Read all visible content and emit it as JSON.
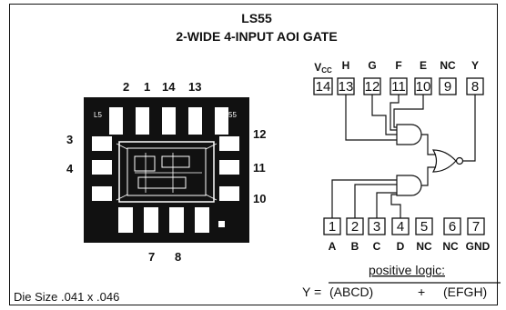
{
  "title": "LS55",
  "subtitle": "2-WIDE 4-INPUT AOI GATE",
  "die_size": "Die Size .041 x .046",
  "die": {
    "top_pin_labels": [
      "2",
      "1",
      "14",
      "13"
    ],
    "left_pin_labels": [
      "3",
      "4"
    ],
    "right_pin_labels": [
      "12",
      "11",
      "10"
    ],
    "bottom_pin_labels": [
      "7",
      "8"
    ],
    "marking_left": "L5",
    "marking_right": "55"
  },
  "top_pins": [
    {
      "name": "VCC",
      "name_main": "V",
      "name_sub": "CC",
      "num": "14"
    },
    {
      "name": "H",
      "num": "13"
    },
    {
      "name": "G",
      "num": "12"
    },
    {
      "name": "F",
      "num": "11"
    },
    {
      "name": "E",
      "num": "10"
    },
    {
      "name": "NC",
      "num": "9"
    },
    {
      "name": "Y",
      "num": "8"
    }
  ],
  "bottom_pins": [
    {
      "name": "A",
      "num": "1"
    },
    {
      "name": "B",
      "num": "2"
    },
    {
      "name": "C",
      "num": "3"
    },
    {
      "name": "D",
      "num": "4"
    },
    {
      "name": "NC",
      "num": "5"
    },
    {
      "name": "NC",
      "num": "6"
    },
    {
      "name": "GND",
      "num": "7"
    }
  ],
  "logic": {
    "heading": "positive logic:",
    "lhs": "Y =",
    "term1": "(ABCD)",
    "op": "+",
    "term2": "(EFGH)"
  },
  "colors": {
    "ink": "#111111",
    "paper": "#ffffff"
  }
}
